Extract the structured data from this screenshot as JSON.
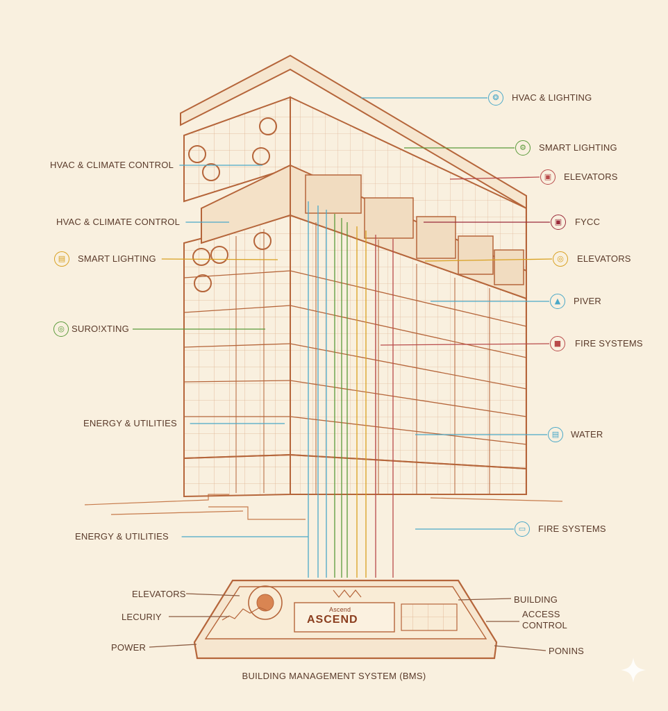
{
  "labels_right": [
    {
      "key": "hvac_lighting",
      "text": "HVAC & LIGHTING",
      "icon": "fan-icon",
      "color": "#4aa8c8"
    },
    {
      "key": "smart_lighting",
      "text": "SMART LIGHTING",
      "icon": "gear-icon",
      "color": "#5a9a3a"
    },
    {
      "key": "elevators_1",
      "text": "ELEVATORS",
      "icon": "camera-icon",
      "color": "#b84a4a"
    },
    {
      "key": "fycc",
      "text": "FYCC",
      "icon": "camera-icon",
      "color": "#9a2a3a"
    },
    {
      "key": "elevators_2",
      "text": "ELEVATORS",
      "icon": "bulb-icon",
      "color": "#d8a020"
    },
    {
      "key": "piver",
      "text": "PIVER",
      "icon": "drop-icon",
      "color": "#4aa8c8"
    },
    {
      "key": "fire_systems_1",
      "text": "FIRE SYSTEMS",
      "icon": "lock-icon",
      "color": "#b84a4a"
    },
    {
      "key": "water",
      "text": "WATER",
      "icon": "meter-icon",
      "color": "#4aa8c8"
    },
    {
      "key": "fire_systems_2",
      "text": "FIRE SYSTEMS",
      "icon": "monitor-icon",
      "color": "#4aa8c8"
    }
  ],
  "labels_left": [
    {
      "key": "hvac_climate_1",
      "text": "HVAC & CLIMATE CONTROL",
      "color": "#4aa8c8"
    },
    {
      "key": "hvac_climate_2",
      "text": "HVAC & CLIMATE CONTROL",
      "color": "#4aa8c8"
    },
    {
      "key": "smart_lighting_left",
      "text": "SMART LIGHTING",
      "icon": "panel-icon",
      "color": "#d8a020"
    },
    {
      "key": "surojxting",
      "text": "SURO!XTING",
      "icon": "bulb-icon",
      "color": "#5a9a3a"
    },
    {
      "key": "energy_utilities_1",
      "text": "ENERGY & UTILITIES",
      "color": "#4aa8c8"
    },
    {
      "key": "energy_utilities_2",
      "text": "ENERGY & UTILITIES",
      "color": "#4aa8c8"
    }
  ],
  "console_labels": {
    "elevators": "ELEVATORS",
    "lecuriy": "LECURIY",
    "power": "POWER",
    "building": "BUILDING",
    "access": "ACCESS",
    "control": "CONTROL",
    "ponins": "PONINS"
  },
  "brand": {
    "name": "ASCEND",
    "tag": "Ascend"
  },
  "caption": "BUILDING MANAGEMENT SYSTEM (BMS)",
  "colors": {
    "background": "#f9f0df",
    "ink": "#b5653a",
    "text": "#5a3a2a"
  }
}
